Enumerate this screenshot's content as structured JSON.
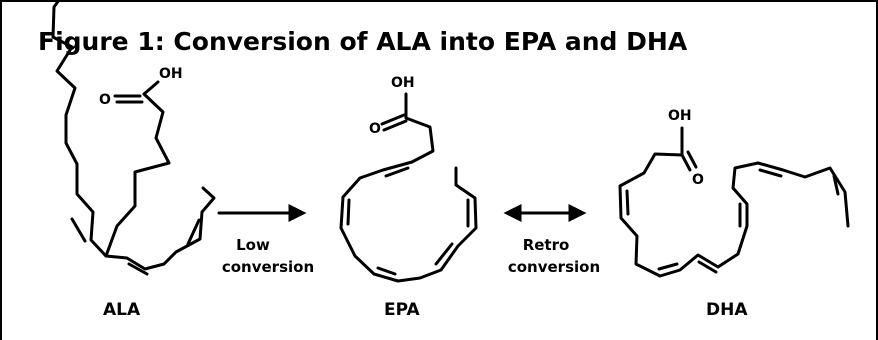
{
  "figure": {
    "title": "Figure 1: Conversion of ALA into EPA and DHA"
  },
  "molecules": {
    "ala": {
      "name": "ALA",
      "atom_o": "O",
      "atom_oh": "OH"
    },
    "epa": {
      "name": "EPA",
      "atom_o": "O",
      "atom_oh": "OH"
    },
    "dha": {
      "name": "DHA",
      "atom_o": "O",
      "atom_oh": "OH"
    }
  },
  "arrows": {
    "forward": {
      "line1": "Low",
      "line2": "conversion"
    },
    "retro": {
      "line1": "Retro",
      "line2": "conversion"
    }
  }
}
